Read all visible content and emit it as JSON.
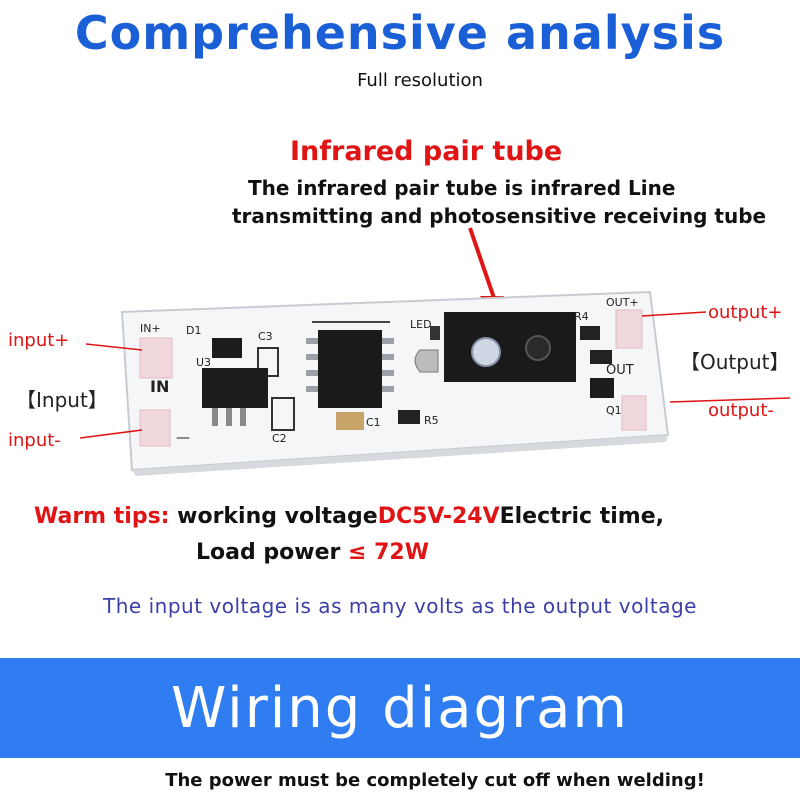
{
  "header": {
    "title": "Comprehensive analysis",
    "subtitle": "Full resolution"
  },
  "infrared": {
    "title": "Infrared pair tube",
    "desc_line1": "The infrared pair tube is infrared Line",
    "desc_line2": "transmitting and photosensitive receiving tube"
  },
  "labels": {
    "input_plus": "input+",
    "input_bracket": "【Input】",
    "input_minus": "input-",
    "output_plus": "output+",
    "output_bracket": "【Output】",
    "output_minus": "output-"
  },
  "board_silkscreen": {
    "in_plus": "IN+",
    "d1": "D1",
    "c3": "C3",
    "u3": "U3",
    "in": "IN",
    "c2": "C2",
    "minus": "—",
    "led": "LED",
    "c1": "C1",
    "r5": "R5",
    "r4": "R4",
    "out_plus": "OUT+",
    "out": "OUT",
    "q1": "Q1"
  },
  "tips": {
    "prefix": "Warm tips:",
    "text1": " working voltage",
    "voltage": "DC5V-24V",
    "text2": "Electric time,",
    "load_text": "Load power ",
    "load_value": "≤ 72W"
  },
  "voltage_note": "The input voltage is as many volts as the output voltage",
  "wiring": {
    "title": "Wiring diagram",
    "note": "The power must be completely cut off when welding!"
  },
  "colors": {
    "title_blue": "#1a5fd6",
    "warning_red": "#e01414",
    "note_indigo": "#3b3fa6",
    "banner_blue": "#2f7df0"
  }
}
